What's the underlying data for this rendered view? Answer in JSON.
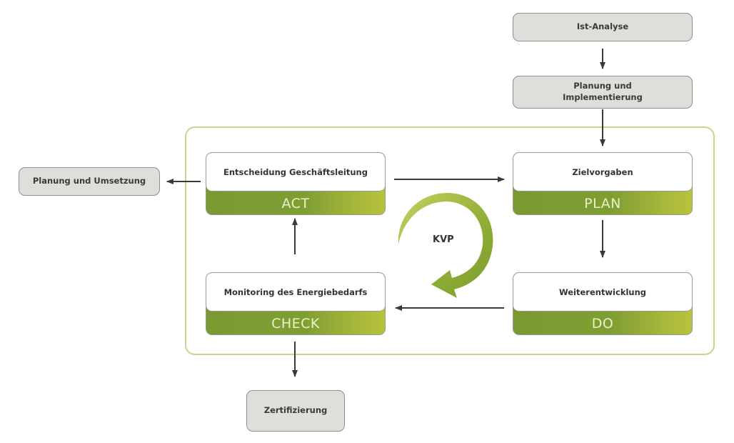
{
  "diagram": {
    "type": "PDCA cycle",
    "colors": {
      "accent_green": "#7a9a2e",
      "green_light": "#b8c23c",
      "frame_green": "#c9d48a",
      "gray_box": "#dededb",
      "arrow": "#3a3a3a"
    },
    "external": {
      "ist_analyse": "Ist-Analyse",
      "planung_impl_line1": "Planung und",
      "planung_impl_line2": "Implementierung",
      "planung_umsetzung": "Planung und Umsetzung",
      "zertifizierung": "Zertifizierung"
    },
    "phases": {
      "act": {
        "title": "Entscheidung Geschäftsleitung",
        "label": "ACT"
      },
      "plan": {
        "title": "Zielvorgaben",
        "label": "PLAN"
      },
      "do": {
        "title": "Weiterentwicklung",
        "label": "DO"
      },
      "check": {
        "title": "Monitoring des Energiebedarfs",
        "label": "CHECK"
      }
    },
    "center_label": "KVP",
    "flow": [
      [
        "Ist-Analyse",
        "Planung und Implementierung"
      ],
      [
        "Planung und Implementierung",
        "PLAN"
      ],
      [
        "ACT",
        "PLAN"
      ],
      [
        "PLAN",
        "DO"
      ],
      [
        "DO",
        "CHECK"
      ],
      [
        "CHECK",
        "ACT"
      ],
      [
        "ACT",
        "Planung und Umsetzung"
      ],
      [
        "CHECK",
        "Zertifizierung"
      ]
    ]
  }
}
